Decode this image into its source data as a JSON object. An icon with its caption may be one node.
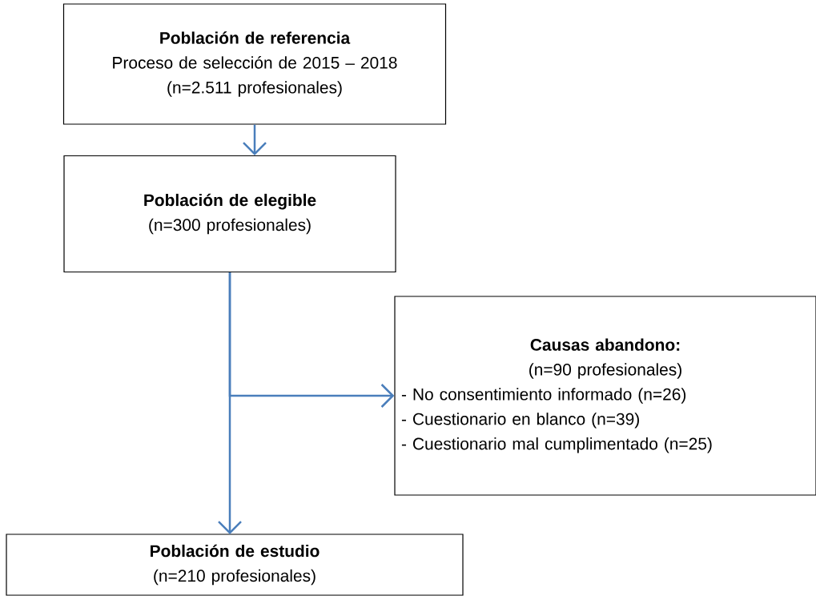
{
  "diagram": {
    "nodes": [
      {
        "text": [
          "Población de referencia",
          "Proceso de selección de 2015 – 2018",
          "(n=2.511 profesionales)"
        ]
      },
      {
        "text": [
          "Población de elegible",
          "(n=300 profesionales)"
        ]
      },
      {
        "text": [
          "Causas abandono:",
          "(n=90 profesionales)",
          "- No consentimiento informado (n=26)",
          "- Cuestionario en blanco (n=39)",
          "- Cuestionario mal cumplimentado (n=25)"
        ]
      },
      {
        "text": [
          "Población de estudio",
          "(n=210 profesionales)"
        ]
      }
    ],
    "edges": [
      {
        "from": 0,
        "to": 1,
        "arrow": "to"
      },
      {
        "from": 1,
        "to": 2,
        "arrow": "to"
      },
      {
        "from": 1,
        "to": 3,
        "arrow": "to"
      }
    ]
  }
}
